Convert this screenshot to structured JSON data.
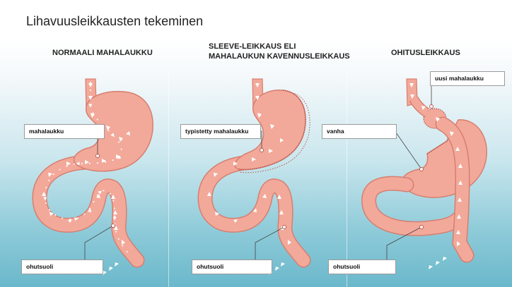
{
  "page": {
    "title": "Lihavuusleikkausten tekeminen"
  },
  "panels": [
    {
      "heading_line1": "NORMAALI MAHALAUKKU",
      "heading_line2": "",
      "labels": {
        "stomach": "mahalaukku",
        "intestine": "ohutsuoli"
      }
    },
    {
      "heading_line1": "SLEEVE-LEIKKAUS ELI",
      "heading_line2": "MAHALAUKUN KAVENNUSLEIKKAUS",
      "labels": {
        "stomach": "typistetty mahalaukku",
        "intestine": "ohutsuoli"
      }
    },
    {
      "heading_line1": "OHITUSLEIKKAUS",
      "heading_line2": "",
      "labels": {
        "new_stomach": "uusi mahalaukku",
        "old_stomach": "vanha",
        "intestine": "ohutsuoli"
      }
    }
  ],
  "colors": {
    "organ_fill": "#f2a99a",
    "organ_outline": "#d77e70",
    "flow_arrow": "#ffffff",
    "staple_line": "#b5524a",
    "background_top": "#ffffff",
    "background_bottom": "#6ab8cb"
  }
}
